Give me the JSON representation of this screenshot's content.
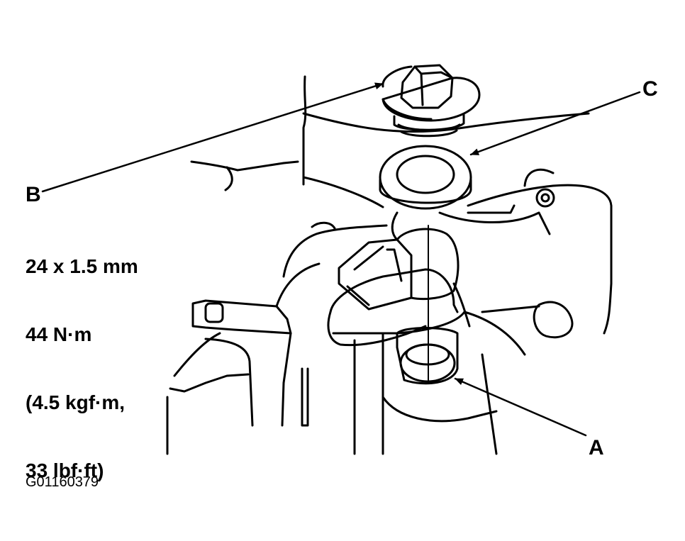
{
  "callouts": {
    "a": "A",
    "b": "B",
    "c": "C"
  },
  "spec": {
    "thread": "24 x 1.5 mm",
    "torque_nm": "44 N·m",
    "torque_kgfm": "(4.5 kgf·m,",
    "torque_lbfft": "33 lbf·ft)"
  },
  "figure_id": "G01160379",
  "colors": {
    "line": "#000000",
    "background": "#ffffff"
  }
}
